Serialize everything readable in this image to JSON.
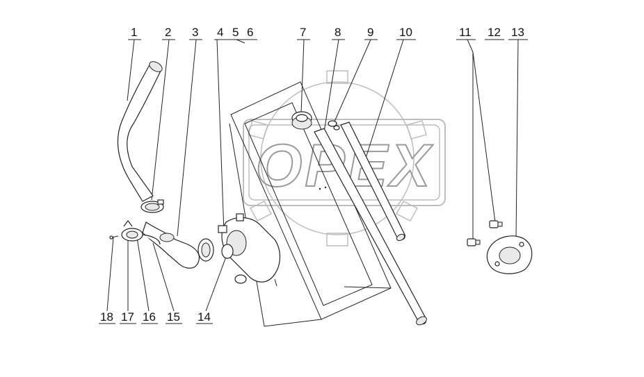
{
  "watermark": {
    "text": "OPEX"
  },
  "callouts": {
    "top": [
      "1",
      "2",
      "3",
      "4",
      "5",
      "6",
      "7",
      "8",
      "9",
      "10",
      "11",
      "12",
      "13"
    ],
    "bottom": [
      "18",
      "17",
      "16",
      "15",
      "14"
    ]
  },
  "colors": {
    "line": "#222222",
    "watermark": "#bdbdbd",
    "background": "#ffffff"
  }
}
